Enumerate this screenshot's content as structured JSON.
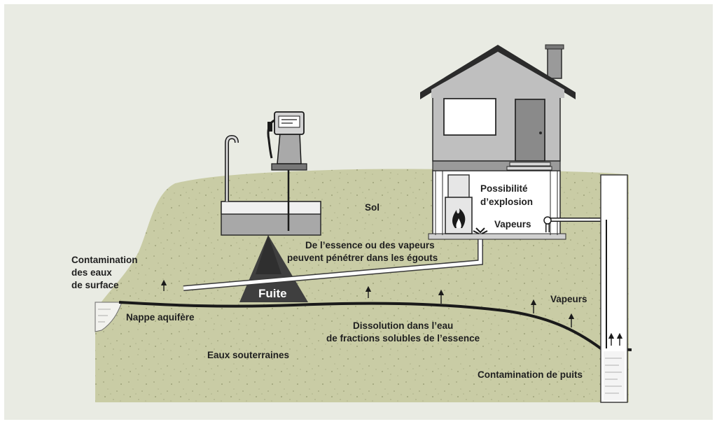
{
  "labels": {
    "sol": "Sol",
    "possibilite_line1": "Possibilité",
    "possibilite_line2": "d’explosion",
    "vapeurs_house": "Vapeurs",
    "essence_line1": "De l’essence ou des vapeurs",
    "essence_line2": "peuvent pénétrer dans les égouts",
    "contamination_surface_line1": "Contamination",
    "contamination_surface_line2": "des eaux",
    "contamination_surface_line3": "de surface",
    "fuite": "Fuite",
    "nappe": "Nappe aquifère",
    "vapeurs_right": "Vapeurs",
    "dissolution_line1": "Dissolution dans l’eau",
    "dissolution_line2": "de fractions solubles de l’essence",
    "eaux_souterraines": "Eaux souterraines",
    "contamination_puits": "Contamination de puits"
  },
  "colors": {
    "background": "#e9ebe3",
    "soil": "#c9cca5",
    "soil_speck": "#9ea27a",
    "house_wall": "#bfbfbf",
    "roof": "#2b2b2b",
    "leak_plume": "#3f3f3f",
    "pipe": "#ffffff",
    "water_table": "#1a1a1a"
  }
}
